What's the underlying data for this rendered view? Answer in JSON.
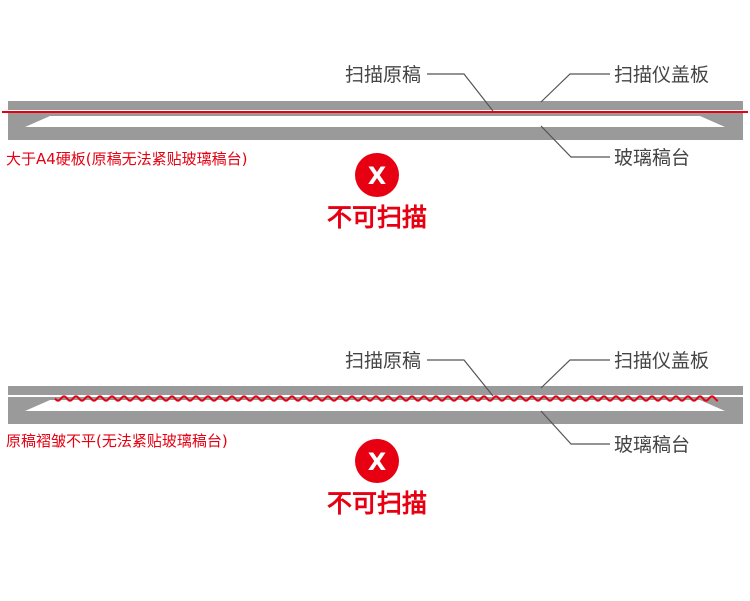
{
  "colors": {
    "accent": "#e60012",
    "plate": "#9a9a9a",
    "text": "#444444",
    "leader": "#555555"
  },
  "panel1": {
    "label_document": "扫描原稿",
    "label_cover": "扫描仪盖板",
    "label_glass": "玻璃稿台",
    "warning": "大于A4硬板(原稿无法紧贴玻璃稿台)",
    "x_symbol": "X",
    "result": "不可扫描",
    "icon": "x-circle-icon"
  },
  "panel2": {
    "label_document": "扫描原稿",
    "label_cover": "扫描仪盖板",
    "label_glass": "玻璃稿台",
    "warning": "原稿褶皱不平(无法紧贴玻璃稿台)",
    "x_symbol": "X",
    "result": "不可扫描",
    "icon": "x-circle-icon"
  }
}
